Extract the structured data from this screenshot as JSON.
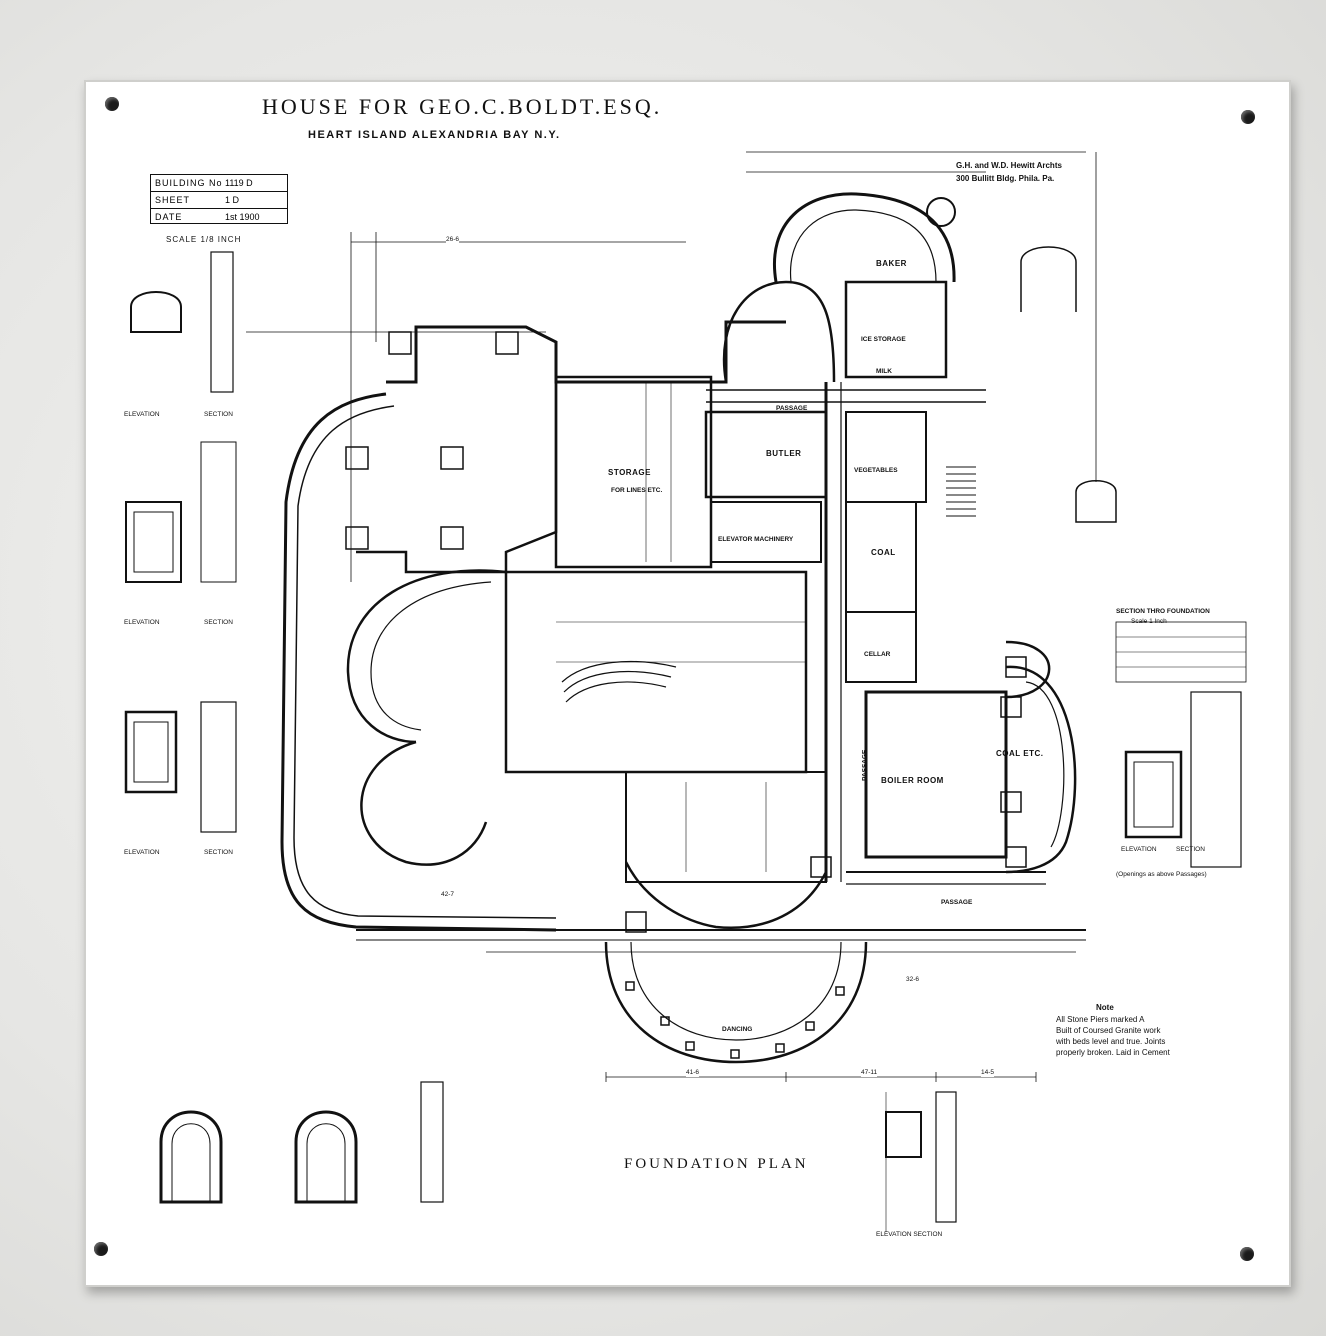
{
  "title": "HOUSE FOR GEO.C.BOLDT.ESQ.",
  "subtitle": "HEART ISLAND ALEXANDRIA BAY N.Y.",
  "architects_line1": "G.H. and W.D. Hewitt Archts",
  "architects_line2": "300 Bullitt Bldg. Phila. Pa.",
  "info": {
    "building_label": "BUILDING No",
    "building_value": "1119 D",
    "sheet_label": "SHEET",
    "sheet_value": "1 D",
    "date_label": "DATE",
    "date_value": "1st 1900"
  },
  "scale": "SCALE 1/8 INCH",
  "plan_title": "FOUNDATION PLAN",
  "rooms": {
    "baker": "BAKER",
    "ice_storage": "ICE STORAGE",
    "milk": "MILK",
    "passage_top": "PASSAGE",
    "butler": "BUTLER",
    "storage": "STORAGE",
    "storage_sub": "FOR LINES ETC.",
    "vegetables": "VEGETABLES",
    "coal": "COAL",
    "elevator": "ELEVATOR MACHINERY",
    "cellar": "CELLAR",
    "boiler_room": "BOILER ROOM",
    "coal_etc": "COAL ETC.",
    "passage_bottom": "PASSAGE",
    "passage_side": "PASSAGE",
    "dancing": "DANCING"
  },
  "labels": {
    "elevation": "ELEVATION",
    "section": "SECTION",
    "section_foundation": "SECTION THRO FOUNDATION",
    "scale_inch": "Scale 1 Inch",
    "elevation_section": "ELEVATION SECTION",
    "openings_passages": "(Openings as above Passages)"
  },
  "note": {
    "heading": "Note",
    "lines": [
      "All Stone Piers marked A",
      "Built of Coursed Granite work",
      "with beds level and true. Joints",
      "properly broken. Laid in Cement"
    ]
  },
  "dims": [
    "41-6",
    "47-11",
    "14-5",
    "32-6",
    "26-6",
    "42-7"
  ]
}
